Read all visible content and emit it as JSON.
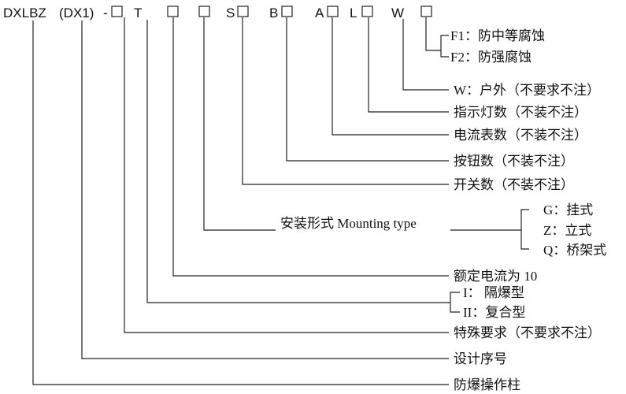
{
  "model_code": {
    "prefix": "DXLBZ",
    "alt": "(DX1)",
    "dash": "-",
    "T": "T",
    "S": "S",
    "B": "B",
    "A": "A",
    "L": "L",
    "W": "W"
  },
  "labels": {
    "f1": "F1：防中等腐蚀",
    "f2": "F2：防强腐蚀",
    "w": "W：户外（不要求不注）",
    "indicator": "指示灯数（不装不注）",
    "ammeter": "电流表数（不装不注）",
    "buttons": "按钮数（不装不注）",
    "switches": "开关数（不装不注）",
    "mounting": "安装形式 Mounting type",
    "mount_g": "G：挂式",
    "mount_z": "Z：立式",
    "mount_q": "Q：桥架式",
    "rated_current": "额定电流为 10",
    "type_i": "I：  隔爆型",
    "type_ii": "II：复合型",
    "special": "特殊要求（不要求不注）",
    "design_no": "设计序号",
    "product": "防爆操作柱"
  }
}
